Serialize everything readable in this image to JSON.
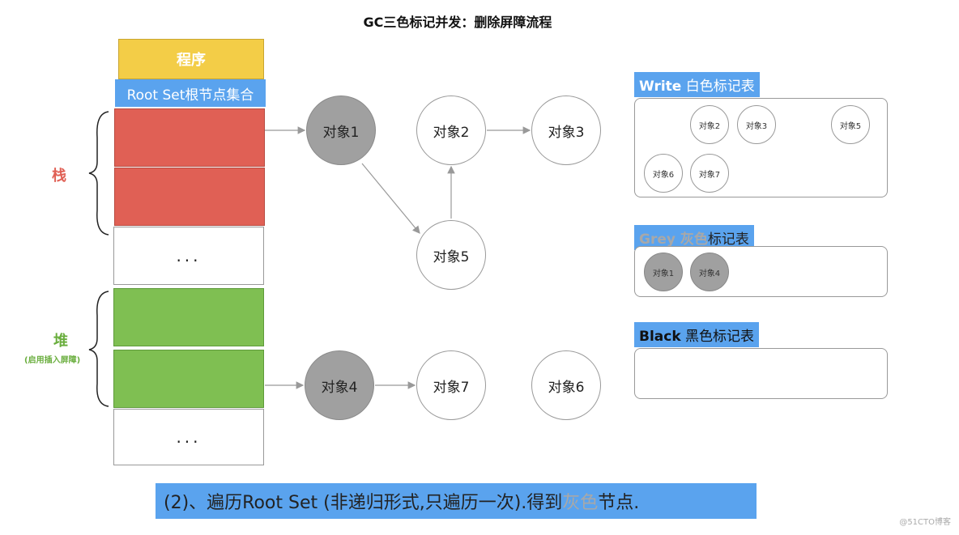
{
  "title": "GC三色标记并发：删除屏障流程",
  "left": {
    "program": "程序",
    "root_set": "Root Set根节点集合",
    "stack_label": "栈",
    "heap_label": "堆",
    "heap_sub": "(启用插入屏障)",
    "dots": "...",
    "colors": {
      "stack": "#e06055",
      "heap": "#7fbf52",
      "program": "#f3cd47",
      "accent": "#5aa3ee"
    }
  },
  "nodes": {
    "n1": "对象1",
    "n2": "对象2",
    "n3": "对象3",
    "n5": "对象5",
    "n4": "对象4",
    "n7": "对象7",
    "n6": "对象6"
  },
  "panels": {
    "white": {
      "title_bold": "Write",
      "title_rest": " 白色标记表",
      "items": [
        "对象2",
        "对象3",
        "对象5",
        "对象6",
        "对象7"
      ]
    },
    "grey": {
      "title_colored": "Grey 灰色",
      "title_rest": "标记表",
      "items": [
        "对象1",
        "对象4"
      ]
    },
    "black": {
      "title_bold": "Black",
      "title_rest": " 黑色标记表"
    }
  },
  "caption": {
    "before": "(2)、遍历Root Set (非递归形式,只遍历一次).得到",
    "highlight": "灰色",
    "after": "节点."
  },
  "watermark": "@51CTO博客"
}
